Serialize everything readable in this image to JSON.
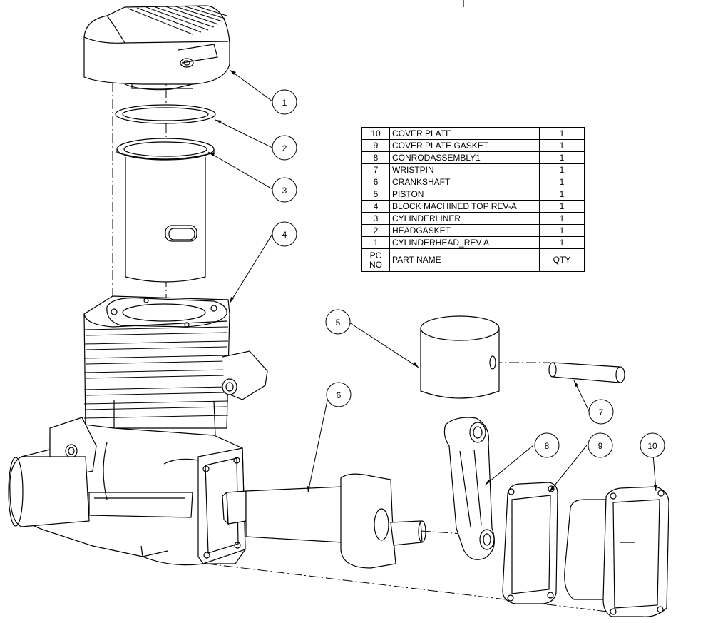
{
  "bom": {
    "rows": [
      {
        "pc": "10",
        "name": "COVER PLATE",
        "qty": "1"
      },
      {
        "pc": "9",
        "name": "COVER PLATE GASKET",
        "qty": "1"
      },
      {
        "pc": "8",
        "name": "CONRODASSEMBLY1",
        "qty": "1"
      },
      {
        "pc": "7",
        "name": "WRISTPIN",
        "qty": "1"
      },
      {
        "pc": "6",
        "name": "CRANKSHAFT",
        "qty": "1"
      },
      {
        "pc": "5",
        "name": "PISTON",
        "qty": "1"
      },
      {
        "pc": "4",
        "name": "BLOCK MACHINED TOP REV-A",
        "qty": "1"
      },
      {
        "pc": "3",
        "name": "CYLINDERLINER",
        "qty": "1"
      },
      {
        "pc": "2",
        "name": "HEADGASKET",
        "qty": "1"
      },
      {
        "pc": "1",
        "name": "CYLINDERHEAD_REV A",
        "qty": "1"
      }
    ],
    "header": {
      "pc_line1": "PC",
      "pc_line2": "NO",
      "name": "PART NAME",
      "qty": "QTY"
    }
  },
  "balloons": [
    "1",
    "2",
    "3",
    "4",
    "5",
    "6",
    "7",
    "8",
    "9",
    "10"
  ]
}
